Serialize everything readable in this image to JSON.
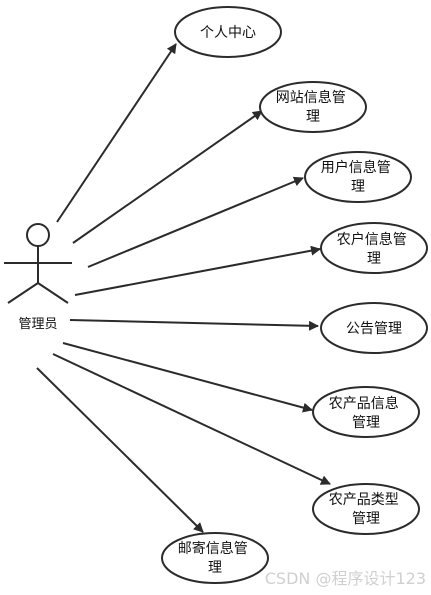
{
  "actor": {
    "label": "管理员"
  },
  "use_cases": [
    {
      "id": "personal-center",
      "lines": [
        "个人中心"
      ]
    },
    {
      "id": "website-info",
      "lines": [
        "网站信息管",
        "理"
      ]
    },
    {
      "id": "user-info",
      "lines": [
        "用户信息管",
        "理"
      ]
    },
    {
      "id": "farmer-info",
      "lines": [
        "农户信息管",
        "理"
      ]
    },
    {
      "id": "announcement",
      "lines": [
        "公告管理"
      ]
    },
    {
      "id": "product-info",
      "lines": [
        "农产品信息",
        "管理"
      ]
    },
    {
      "id": "product-type",
      "lines": [
        "农产品类型",
        "管理"
      ]
    },
    {
      "id": "mail-info",
      "lines": [
        "邮寄信息管",
        "理"
      ]
    }
  ],
  "watermark": "CSDN @程序设计123",
  "colors": {
    "stroke": "#2b2b2b",
    "text": "#111111",
    "watermark": "#d0d0d0",
    "background": "#ffffff"
  }
}
